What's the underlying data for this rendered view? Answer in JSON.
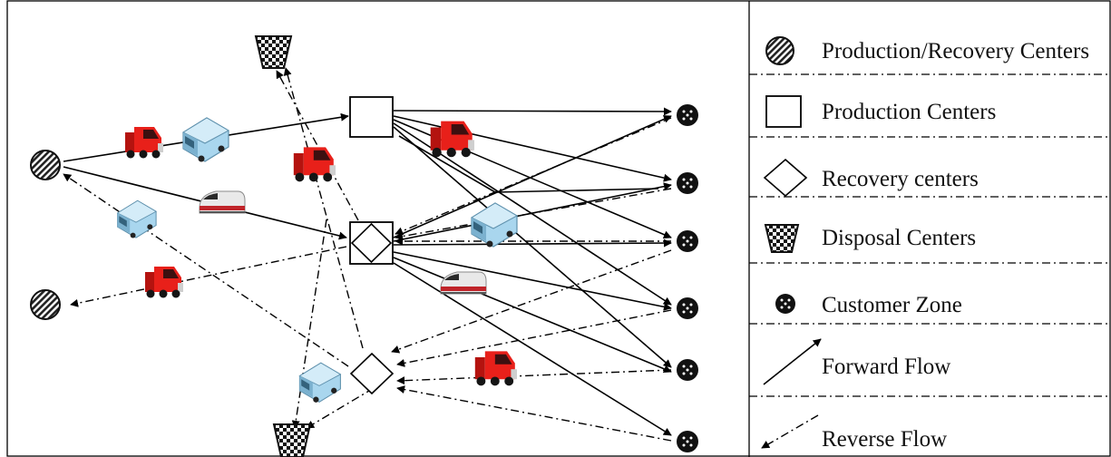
{
  "legend": {
    "production_recovery": "Production/Recovery Centers",
    "production": "Production Centers",
    "recovery": "Recovery centers",
    "disposal": "Disposal Centers",
    "customer": "Customer Zone",
    "forward": "Forward Flow",
    "reverse": "Reverse Flow"
  },
  "colors": {
    "truck": "#e8201a",
    "van": "#a9d6ee",
    "train_stripe": "#c0242a",
    "line": "#000000"
  },
  "icons": [
    "production-recovery-icon",
    "production-center-icon",
    "recovery-center-icon",
    "disposal-center-icon",
    "customer-zone-icon",
    "red-truck-icon",
    "blue-van-icon",
    "train-icon"
  ]
}
